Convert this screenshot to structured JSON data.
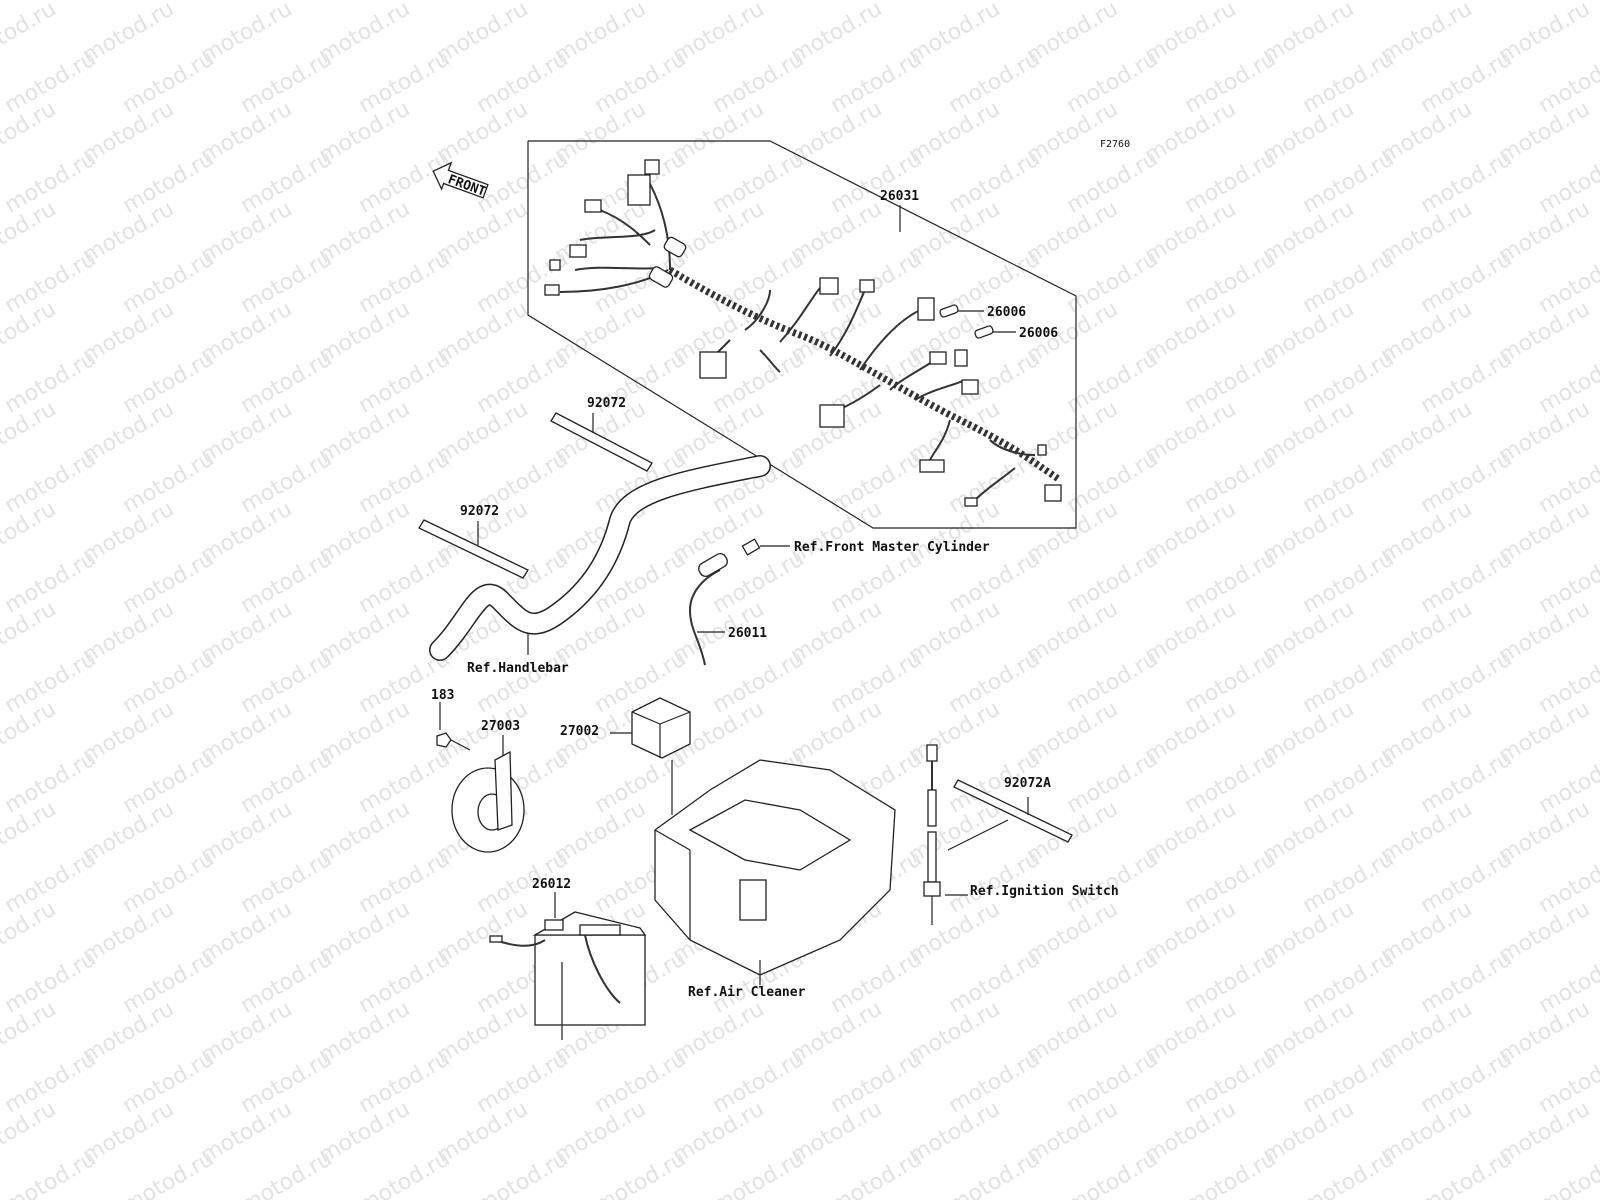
{
  "watermark": "motod.ru",
  "figure_id": "F2760",
  "front_arrow": "FRONT",
  "parts": {
    "harness": "26031",
    "fuse_a": "26006",
    "fuse_b": "26006",
    "band_upper": "92072",
    "band_lower": "92072",
    "band_right": "92072A",
    "brake_switch": "26011",
    "bolt": "183",
    "horn": "27003",
    "relay": "27002",
    "battery_lead": "26012"
  },
  "refs": {
    "front_master_cylinder": "Ref.Front Master Cylinder",
    "handlebar": "Ref.Handlebar",
    "ignition_switch": "Ref.Ignition Switch",
    "air_cleaner": "Ref.Air Cleaner"
  }
}
